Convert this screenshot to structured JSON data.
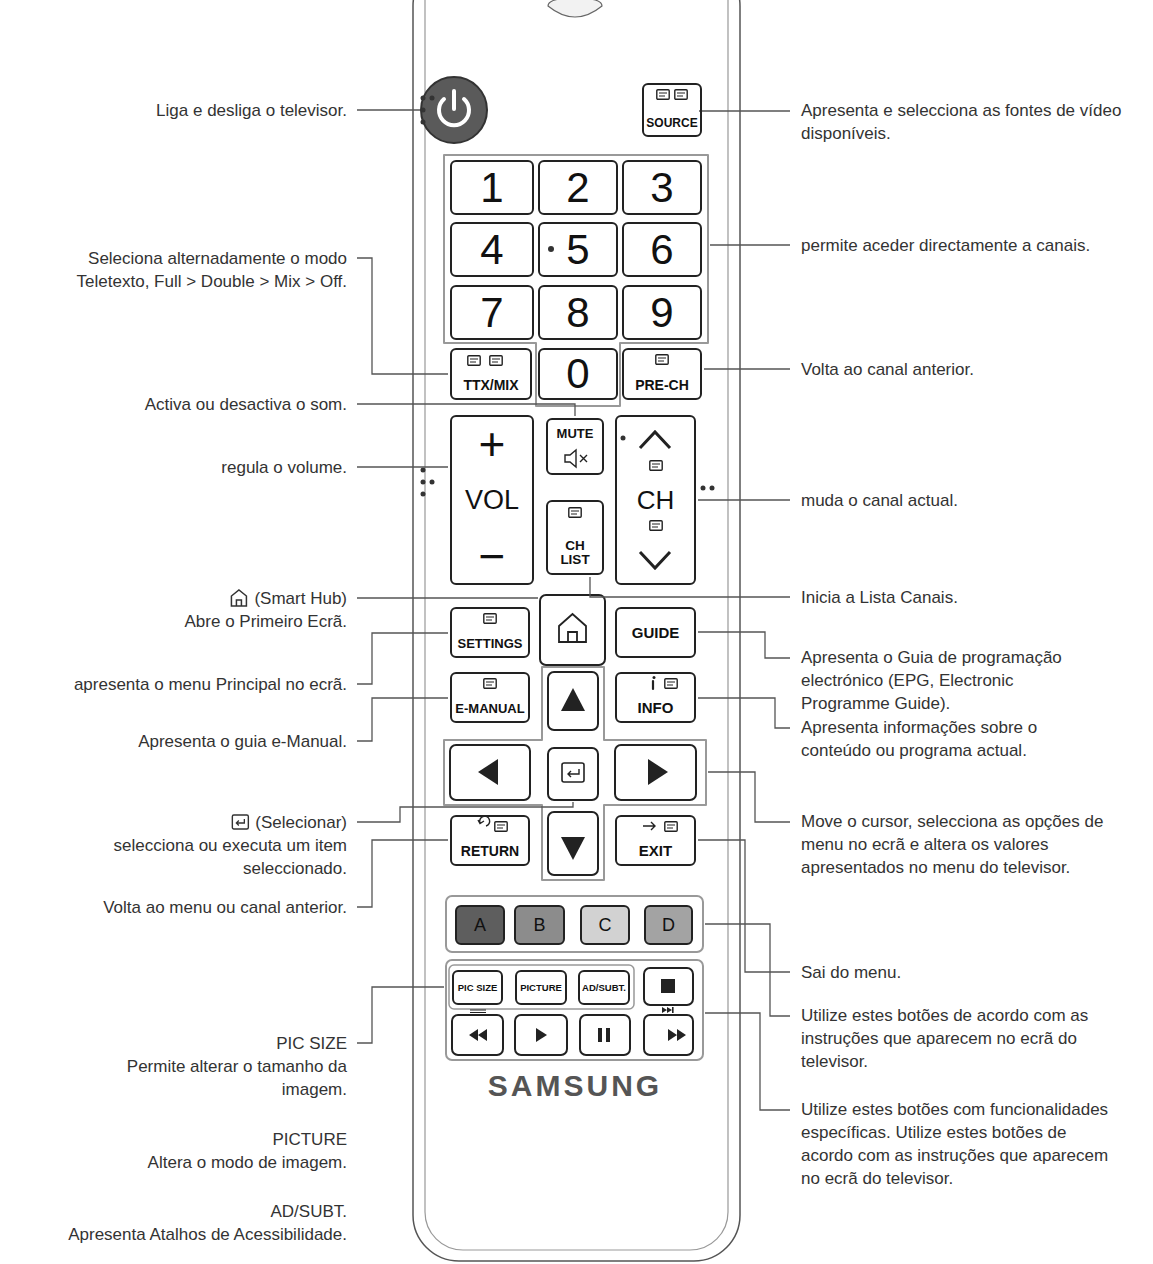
{
  "diagram": {
    "nodes": [
      {
        "text": [
          "SOURCE"
        ]
      },
      {
        "text": [
          "1"
        ]
      },
      {
        "text": [
          "2"
        ]
      },
      {
        "text": [
          "3"
        ]
      },
      {
        "text": [
          "4"
        ]
      },
      {
        "text": [
          "5"
        ]
      },
      {
        "text": [
          "6"
        ]
      },
      {
        "text": [
          "7"
        ]
      },
      {
        "text": [
          "8"
        ]
      },
      {
        "text": [
          "9"
        ]
      },
      {
        "text": [
          "TTX/MIX"
        ]
      },
      {
        "text": [
          "0"
        ]
      },
      {
        "text": [
          "PRE-CH"
        ]
      },
      {
        "text": [
          "+",
          "VOL",
          "−"
        ]
      },
      {
        "text": [
          "MUTE"
        ]
      },
      {
        "text": [
          "CH LIST"
        ]
      },
      {
        "text": [
          "CH"
        ]
      },
      {
        "text": [
          "SETTINGS"
        ]
      },
      {
        "text": [
          "GUIDE"
        ]
      },
      {
        "text": [
          "E-MANUAL"
        ]
      },
      {
        "text": [
          "INFO"
        ]
      },
      {
        "text": [
          "RETURN"
        ]
      },
      {
        "text": [
          "EXIT"
        ]
      },
      {
        "text": [
          "A"
        ]
      },
      {
        "text": [
          "B"
        ]
      },
      {
        "text": [
          "C"
        ]
      },
      {
        "text": [
          "D"
        ]
      },
      {
        "text": [
          "PIC SIZE"
        ]
      },
      {
        "text": [
          "PICTURE"
        ]
      },
      {
        "text": [
          "AD/SUBT."
        ]
      }
    ],
    "labels": [
      "Liga e desliga o televisor.",
      "Seleciona alternadamente o modo Teletexto, Full > Double > Mix > Off.",
      "Activa ou desactiva o som.",
      "regula o volume.",
      "(Smart Hub)",
      "Abre o Primeiro Ecrã.",
      "apresenta o menu Principal no ecrã.",
      "Apresenta o guia e-Manual.",
      "(Selecionar)",
      "selecciona ou executa um item seleccionado.",
      "Volta ao menu ou canal anterior.",
      "PIC SIZE",
      "Permite alterar o tamanho da imagem.",
      "PICTURE",
      "Altera o modo de imagem.",
      "AD/SUBT.",
      "Apresenta Atalhos de Acessibilidade.",
      "Apresenta e selecciona as fontes de vídeo disponíveis.",
      "permite aceder directamente a canais.",
      "Volta ao canal anterior.",
      "muda o canal actual.",
      "Inicia a Lista Canais.",
      "Apresenta o Guia de programação electrónico (EPG, Electronic Programme Guide).",
      "Apresenta informações sobre o conteúdo ou programa actual.",
      "Move o cursor, selecciona as opções de menu no ecrã e altera os valores apresentados no menu do televisor.",
      "Sai do menu.",
      "Utilize estes botões de acordo com as instruções que aparecem no ecrã do televisor.",
      "Utilize estes botões com funcionalidades específicas. Utilize estes botões de acordo com as instruções que aparecem no ecrã do televisor.",
      "SAMSUNG"
    ]
  }
}
